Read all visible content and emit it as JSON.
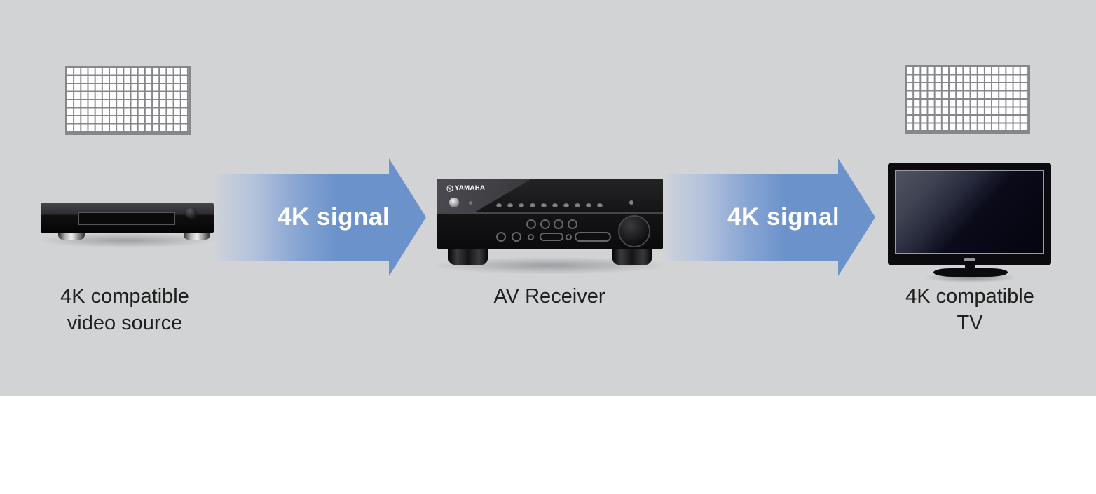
{
  "colors": {
    "background_band": "#d2d3d4",
    "page": "#ffffff",
    "arrow_blue": "#6b92cb",
    "arrow_fade_start": "#cdd2da",
    "signal_text": "#ffffff",
    "label_text": "#1f1f1f",
    "grid_line": "#85878a",
    "grid_cell": "#ffffff"
  },
  "source": {
    "label_line1": "4K compatible",
    "label_line2": "video source",
    "icon": "4k-resolution-grid-icon"
  },
  "receiver": {
    "label": "AV Receiver",
    "brand": "YAMAHA",
    "front_indicator_count": 10
  },
  "tv": {
    "label_line1": "4K compatible",
    "label_line2": "TV",
    "icon": "4k-resolution-grid-icon"
  },
  "arrows": [
    {
      "label": "4K signal"
    },
    {
      "label": "4K signal"
    }
  ]
}
